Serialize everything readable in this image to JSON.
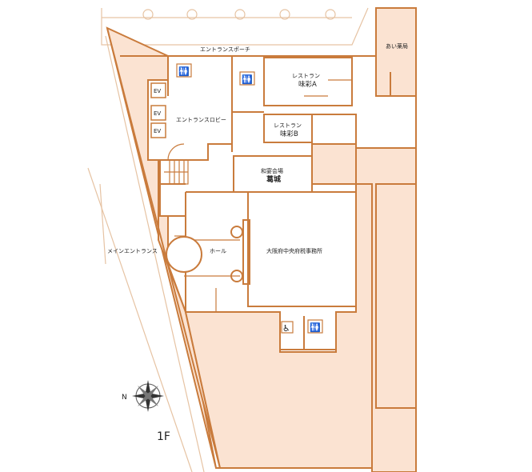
{
  "floor": "1F",
  "rooms": {
    "entrance_porch": "エントランスポーチ",
    "entrance_lobby": "エントランスロビー",
    "main_entrance": "メインエントランス",
    "hall": "ホール",
    "restaurant_a_line1": "レストラン",
    "restaurant_a_line2": "味彩A",
    "restaurant_b_line1": "レストラン",
    "restaurant_b_line2": "味彩B",
    "banquet_line1": "和宴会場",
    "banquet_line2": "葛城",
    "tax_office": "大阪府中央府税事務所",
    "pharmacy": "あい薬局"
  },
  "elevators": [
    "EV",
    "EV",
    "EV"
  ],
  "compass": {
    "north_label": "N"
  },
  "icons": [
    "restroom-icon",
    "wheelchair-icon",
    "compass-rose-icon",
    "elevator-icon",
    "stairs-icon"
  ],
  "colors": {
    "wall": "#c97b3c",
    "zone_fill": "#fbe3d2",
    "light_line": "#e6c3a3"
  }
}
